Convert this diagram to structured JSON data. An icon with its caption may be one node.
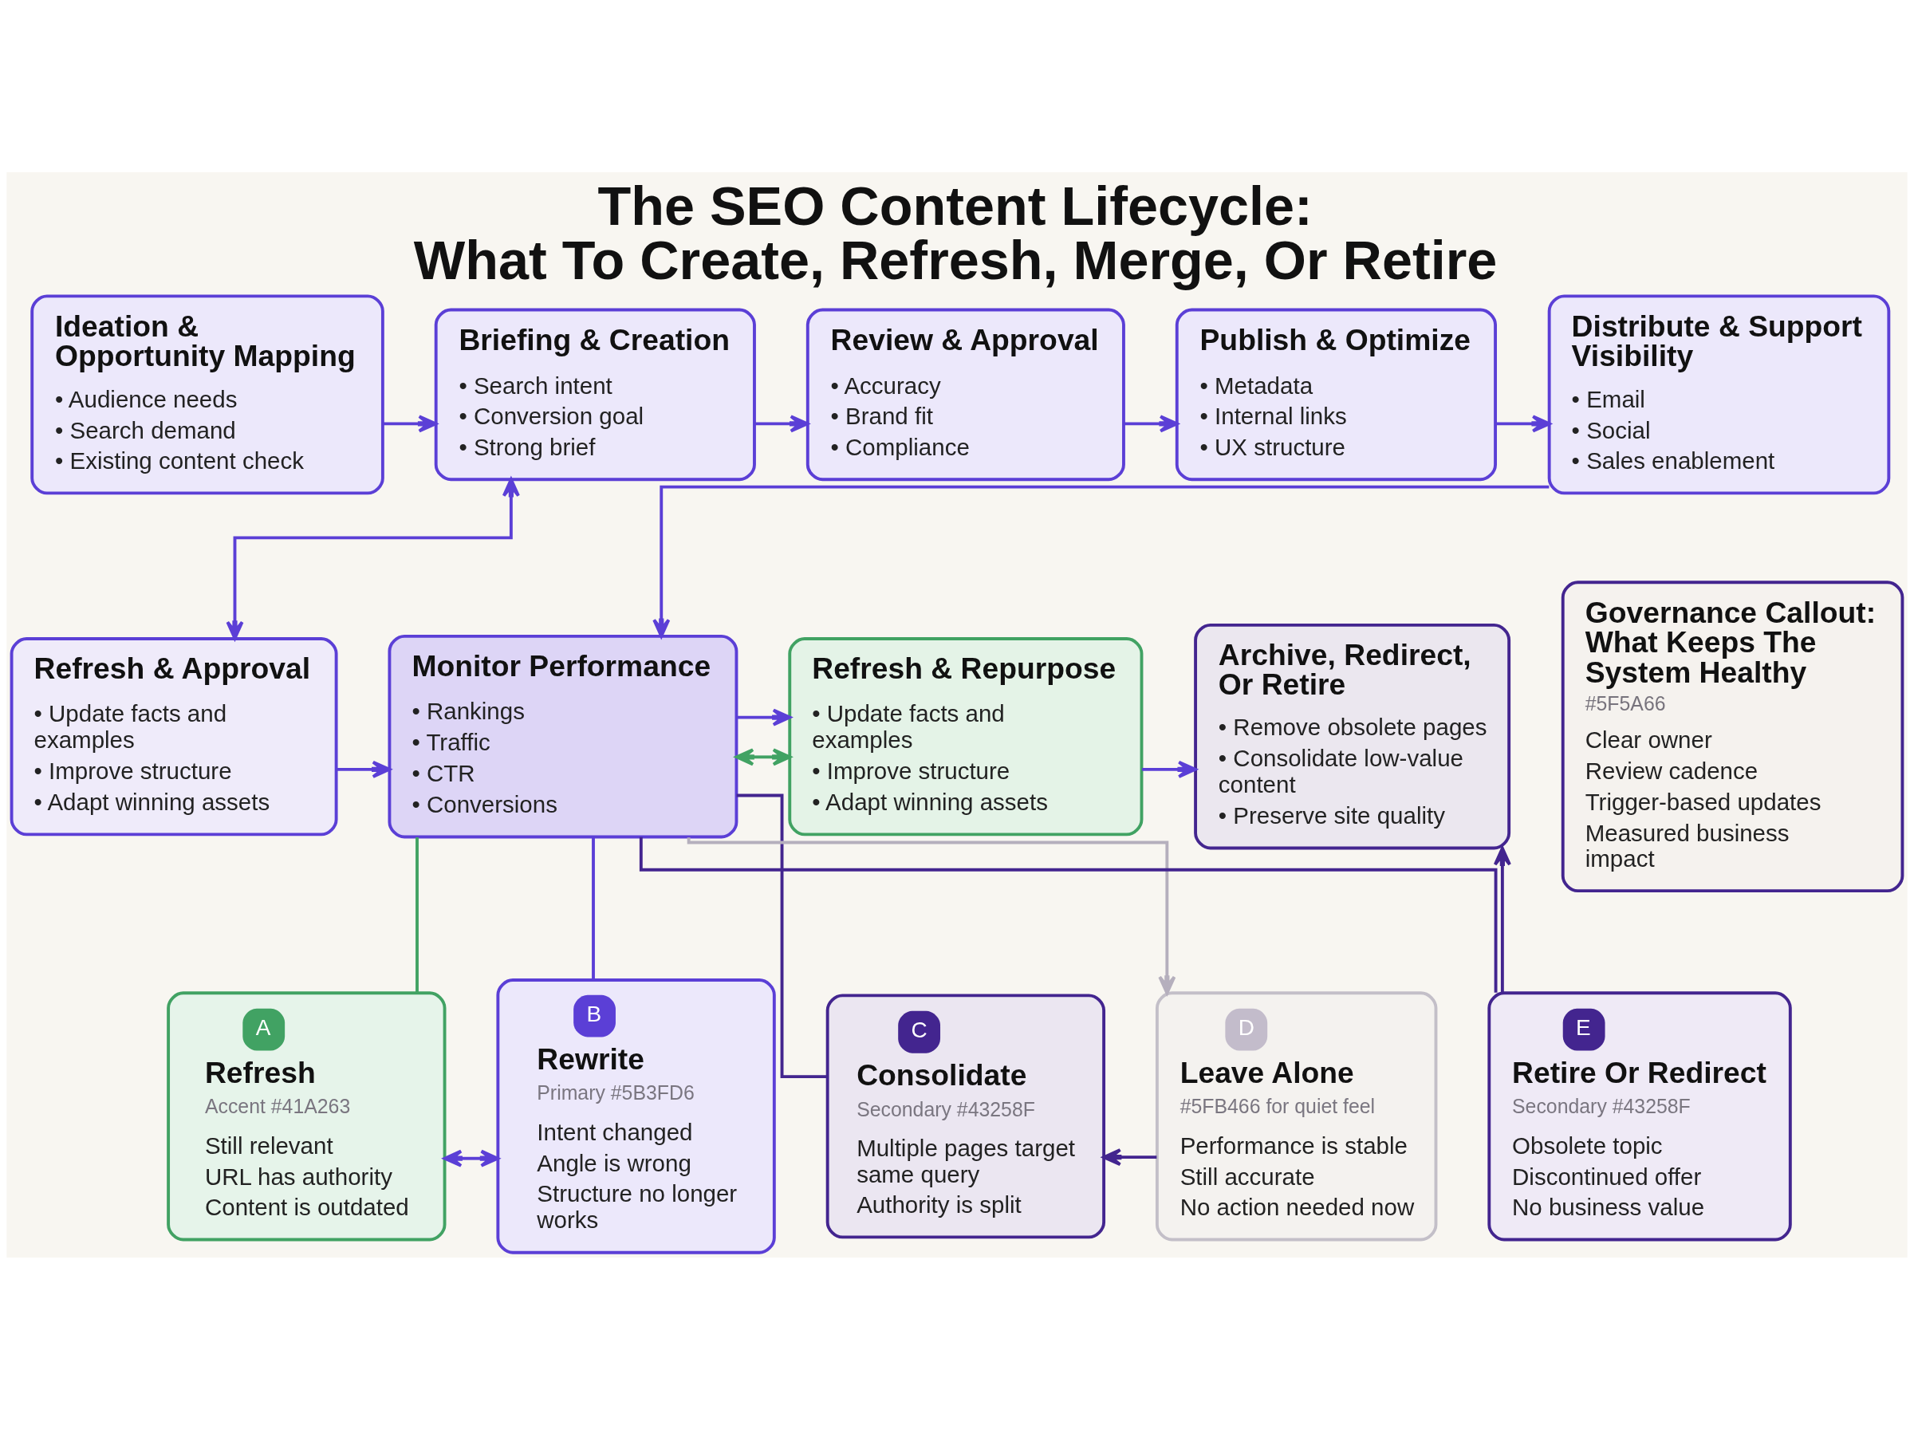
{
  "diagram": {
    "title": "The SEO Content Lifecycle: What To Create, Refresh, Merge, Or Retire",
    "nodes": [
      {
        "text": [
          "Ideation & Opportunity Mapping",
          "• Audience needs",
          "• Search demand",
          "• Existing content check"
        ]
      },
      {
        "text": [
          "Briefing & Creation",
          "• Search intent",
          "• Conversion goal",
          "• Strong brief"
        ]
      },
      {
        "text": [
          "Review & Approval",
          "• Accuracy",
          "• Brand fit",
          "• Compliance"
        ]
      },
      {
        "text": [
          "Publish & Optimize",
          "• Metadata",
          "• Internal links",
          "• UX structure"
        ]
      },
      {
        "text": [
          "Distribute & Support Visibility",
          "• Email",
          "• Social",
          "• Sales enablement"
        ]
      },
      {
        "text": [
          "Refresh & Approval",
          "• Update facts and examples",
          "• Improve structure",
          "• Adapt winning assets"
        ]
      },
      {
        "text": [
          "Monitor Performance",
          "• Rankings",
          "• Traffic",
          "• CTR",
          "• Conversions"
        ]
      },
      {
        "text": [
          "Refresh & Repurpose",
          "• Update facts and examples",
          "• Improve structure",
          "• Adapt winning assets"
        ]
      },
      {
        "text": [
          "Archive, Redirect, Or Retire",
          "• Remove obsolete pages",
          "• Consolidate low-value content",
          "• Preserve site quality"
        ]
      },
      {
        "text": [
          "Governance Callout: What Keeps The System Healthy",
          "#5F5A66",
          "Clear owner",
          "Review cadence",
          "Trigger-based updates",
          "Measured business impact"
        ]
      },
      {
        "text": [
          "A",
          "Refresh",
          "Accent #41A263",
          "Still relevant",
          "URL has authority",
          "Content is outdated"
        ]
      },
      {
        "text": [
          "B",
          "Rewrite",
          "Primary #5B3FD6",
          "Intent changed",
          "Angle is wrong",
          "Structure no longer works"
        ]
      },
      {
        "text": [
          "C",
          "Consolidate",
          "Secondary #43258F",
          "Multiple pages target same query",
          "Authority is split"
        ]
      },
      {
        "text": [
          "D",
          "Leave Alone",
          "#5FB466 for quiet feel",
          "Performance is stable",
          "Still accurate",
          "No action needed now"
        ]
      },
      {
        "text": [
          "E",
          "Retire Or Redirect",
          "Secondary #43258F",
          "Obsolete topic",
          "Discontinued offer",
          "No business value"
        ]
      }
    ],
    "edges": [
      {
        "from": 0,
        "to": 1,
        "arrow": "to"
      },
      {
        "from": 1,
        "to": 2,
        "arrow": "to"
      },
      {
        "from": 2,
        "to": 3,
        "arrow": "to"
      },
      {
        "from": 3,
        "to": 4,
        "arrow": "to"
      },
      {
        "from": 4,
        "to": 6,
        "arrow": "to"
      },
      {
        "from": 1,
        "to": 5,
        "arrow": "both"
      },
      {
        "from": 5,
        "to": 6,
        "arrow": "to"
      },
      {
        "from": 6,
        "to": 7,
        "arrow": "to"
      },
      {
        "from": 7,
        "to": 8,
        "arrow": "to"
      },
      {
        "from": 6,
        "to": 7,
        "arrow": "both",
        "color": "#41a263"
      },
      {
        "from": 6,
        "to": 10,
        "arrow": "none",
        "color": "#41a263"
      },
      {
        "from": 6,
        "to": 11,
        "arrow": "none"
      },
      {
        "from": 6,
        "to": 12,
        "arrow": "none",
        "color": "#43258f"
      },
      {
        "from": 6,
        "to": 13,
        "arrow": "to",
        "color": "#b5afbd"
      },
      {
        "from": 6,
        "to": 14,
        "arrow": "none",
        "color": "#43258f"
      },
      {
        "from": 14,
        "to": 8,
        "arrow": "to",
        "color": "#43258f"
      },
      {
        "from": 10,
        "to": 11,
        "arrow": "both"
      },
      {
        "from": 13,
        "to": 12,
        "arrow": "to",
        "color": "#43258f"
      }
    ]
  }
}
